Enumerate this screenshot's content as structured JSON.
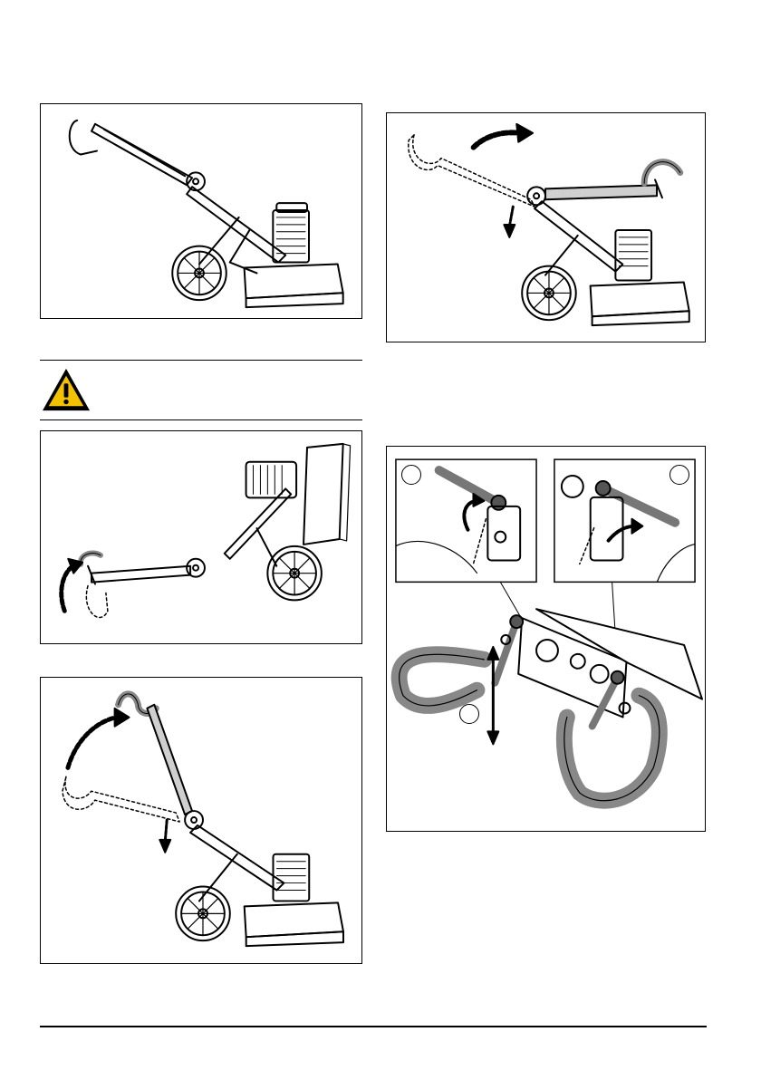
{
  "figures": [
    {
      "id": "fig-1",
      "name": "folding-position-grinder"
    },
    {
      "id": "fig-2",
      "name": "unfold-handle-rotation"
    },
    {
      "id": "fig-3",
      "name": "tilted-grinder-handle-lowered"
    },
    {
      "id": "fig-4",
      "name": "raise-handle-rotation"
    },
    {
      "id": "fig-5",
      "name": "handle-clamp-levers-detail"
    }
  ],
  "warning": {
    "icon": "warning-triangle-icon",
    "color": "#f2c200"
  },
  "callouts": {
    "left": "",
    "right": "",
    "bottom": ""
  },
  "footer": {
    "text": ""
  }
}
